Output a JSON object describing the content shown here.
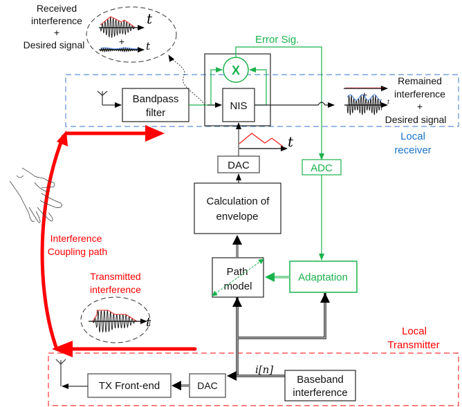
{
  "blocks": {
    "bandpass_filter": [
      "Bandpass",
      "filter"
    ],
    "nis": "NIS",
    "multiplier": "X",
    "dac_rx": "DAC",
    "calc_envelope": [
      "Calculation of",
      "envelope"
    ],
    "path_model": [
      "Path",
      "model"
    ],
    "adc": "ADC",
    "adaptation": "Adaptation",
    "tx_front_end": "TX Front-end",
    "dac_tx": "DAC",
    "baseband_interference": [
      "Baseband",
      "interference"
    ]
  },
  "labels": {
    "received": [
      "Received",
      "interference",
      "+",
      "Desired signal"
    ],
    "error_sig": "Error Sig.",
    "remained": [
      "Remained",
      "interference",
      "+",
      "Desired signal"
    ],
    "local_receiver": [
      "Local",
      "receiver"
    ],
    "interference_coupling": [
      "Interference",
      "Coupling path"
    ],
    "transmitted_interference": [
      "Transmitted",
      "interference"
    ],
    "local_transmitter": [
      "Local",
      "Transmitter"
    ],
    "baseband_signal": "i[n]",
    "time_axis": "t",
    "plus": "+"
  },
  "colors": {
    "receiver_box": "#5b8fd6",
    "transmitter_box": "#ff0000",
    "feedback": "#19b24b",
    "coupling": "#ff0000",
    "text_receiver": "#1a73c9"
  }
}
